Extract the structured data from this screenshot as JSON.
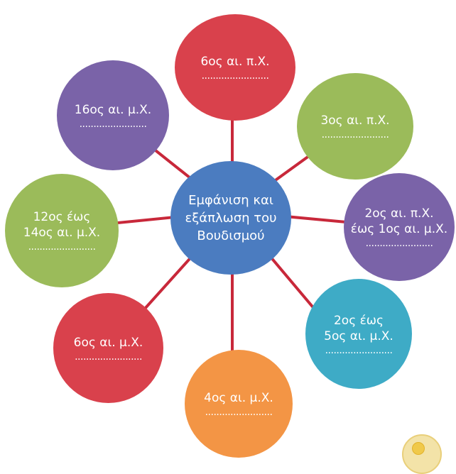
{
  "colors": {
    "connector": "#c8283a",
    "center": "#4b7cc0",
    "red": "#d9414c",
    "green": "#9bbb5a",
    "purple": "#7a63a8",
    "teal": "#3eabc6",
    "orange": "#f39545"
  },
  "center": {
    "label": "Εμφάνιση και\nεξάπλωση του\nΒουδισμού"
  },
  "nodes": [
    {
      "label": "6ος αι. π.Χ.",
      "blank": "........................"
    },
    {
      "label": "3ος αι. π.Χ.",
      "blank": "........................"
    },
    {
      "label": "2ος αι. π.Χ.\nέως 1ος αι. μ.Χ.",
      "blank": "........................"
    },
    {
      "label": "2ος έως\n5ος αι. μ.Χ.",
      "blank": "........................"
    },
    {
      "label": "4ος αι. μ.Χ.",
      "blank": "........................"
    },
    {
      "label": "6ος αι. μ.Χ.",
      "blank": "........................"
    },
    {
      "label": "12ος έως\n14ος αι. μ.Χ.",
      "blank": "........................"
    },
    {
      "label": "16ος αι. μ.Χ.",
      "blank": "........................"
    }
  ]
}
